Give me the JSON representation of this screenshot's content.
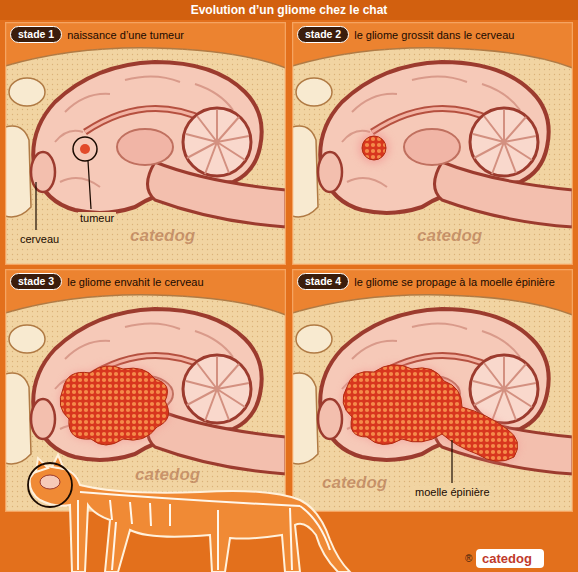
{
  "diagram": {
    "title": "Evolution d’un gliome chez le chat",
    "nodes": [
      {
        "text": [
          "stade 1",
          "naissance d’une tumeur"
        ]
      },
      {
        "text": [
          "stade 2",
          "le gliome grossit dans le cerveau"
        ]
      },
      {
        "text": [
          "stade 3",
          "le gliome envahit le cerveau"
        ]
      },
      {
        "text": [
          "stade 4",
          "le gliome se propage à la moelle épinière"
        ]
      }
    ],
    "labels": [
      "tumeur",
      "cerveau",
      "catedog",
      "catedog",
      "catedog",
      "catedog",
      "moelle épinière",
      "®",
      "catedog"
    ]
  }
}
